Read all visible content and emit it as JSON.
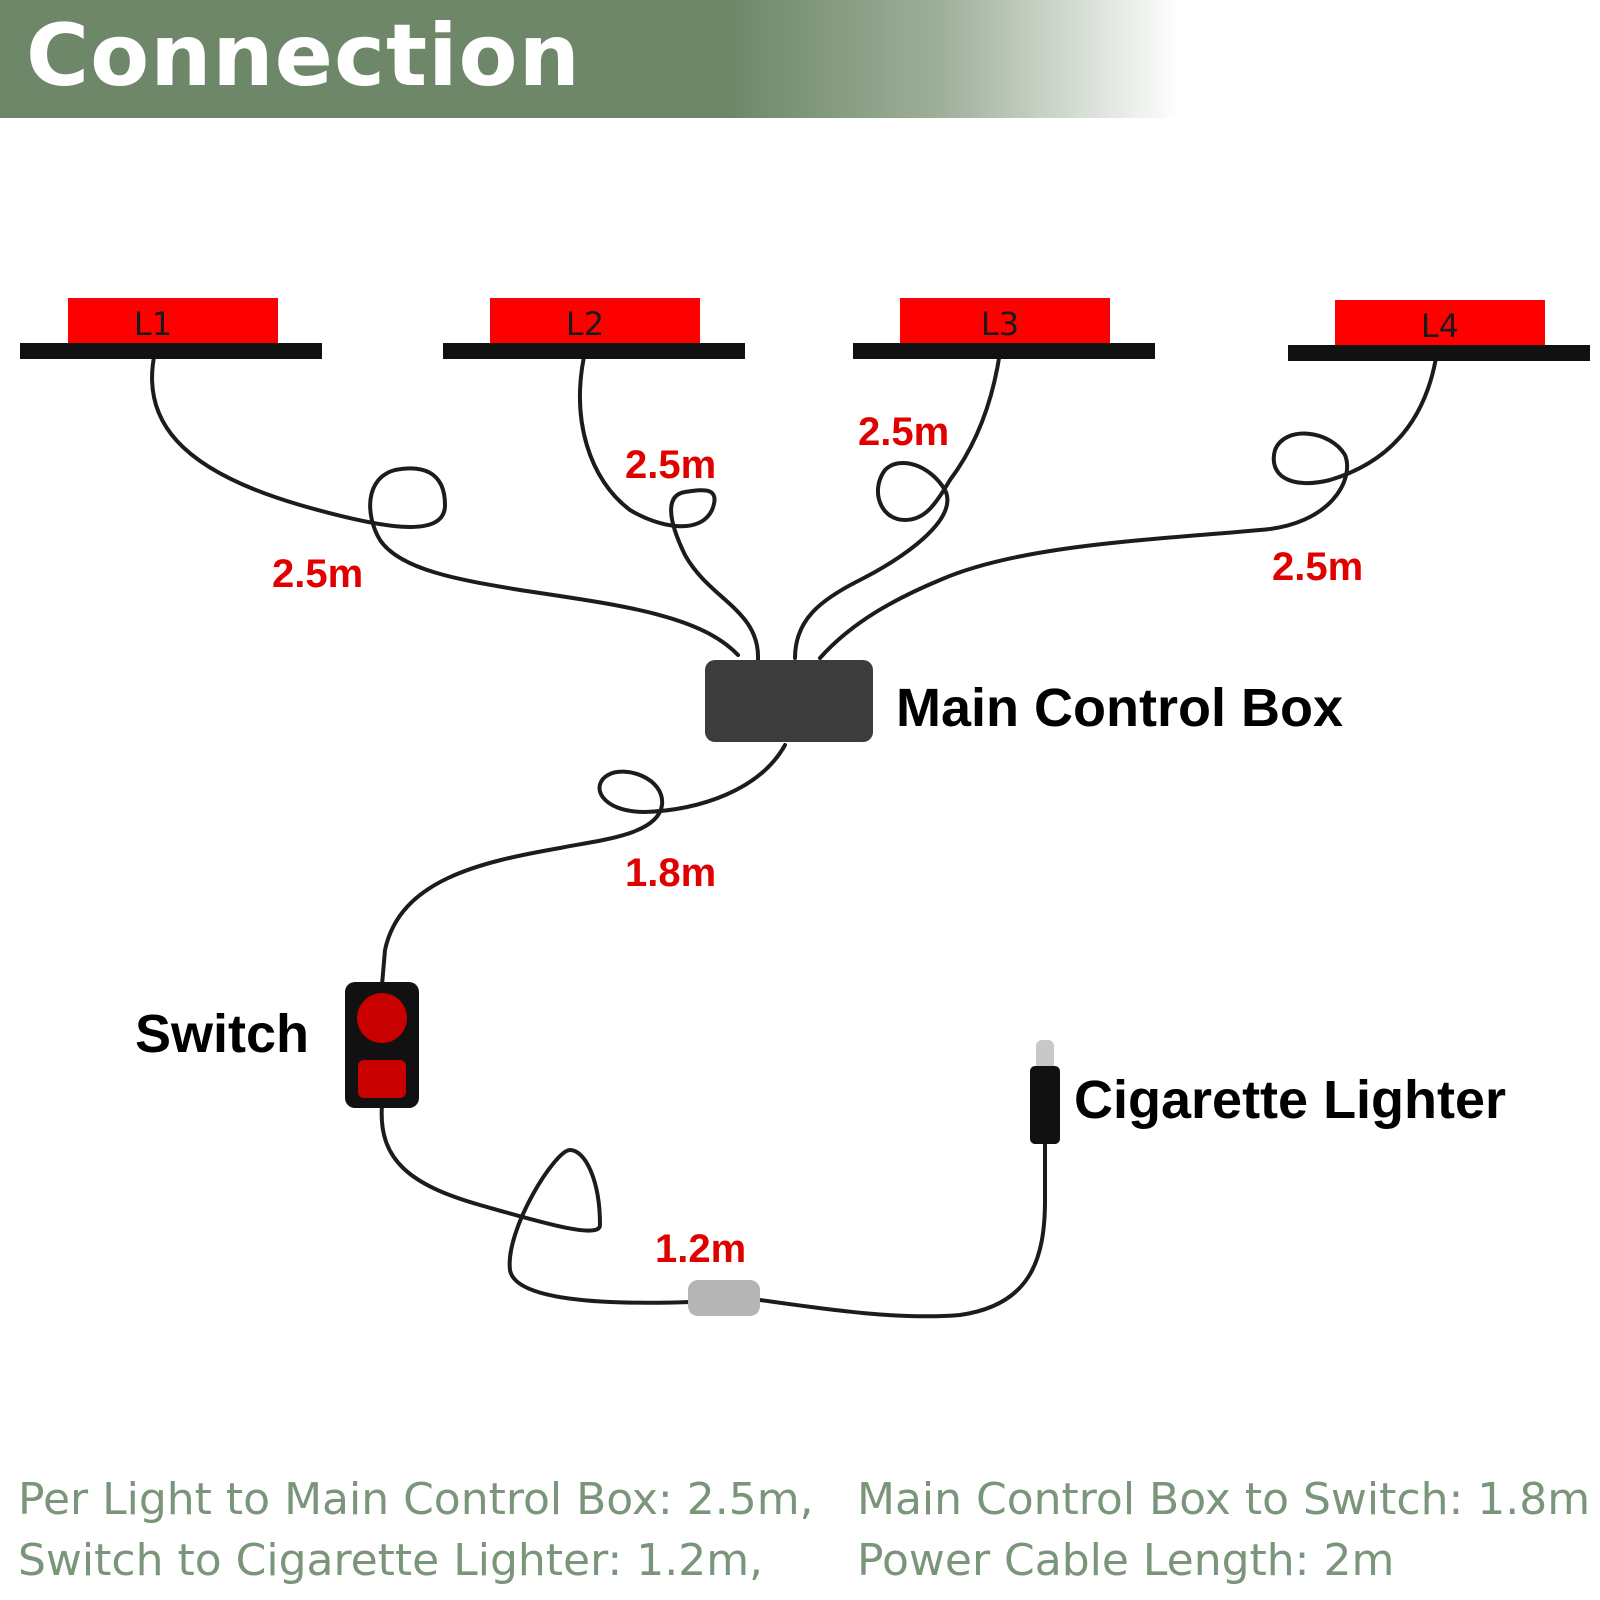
{
  "header": {
    "title": "Connection",
    "band_color": "#6e8769"
  },
  "lights": [
    {
      "label": "L1",
      "cable_length": "2.5m"
    },
    {
      "label": "L2",
      "cable_length": "2.5m"
    },
    {
      "label": "L3",
      "cable_length": "2.5m"
    },
    {
      "label": "L4",
      "cable_length": "2.5m"
    }
  ],
  "components": {
    "main_control_box": "Main Control Box",
    "switch": "Switch",
    "cigarette_lighter": "Cigarette Lighter"
  },
  "cable_lengths": {
    "box_to_switch": "1.8m",
    "switch_to_lighter": "1.2m"
  },
  "captions": {
    "line1_left": "Per Light to Main Control Box: 2.5m,",
    "line1_right": "Main Control Box to Switch: 1.8m",
    "line2_left": "Switch to Cigarette Lighter: 1.2m,",
    "line2_right": "Power Cable Length: 2m"
  },
  "colors": {
    "light_red": "#ff0000",
    "label_red": "#e00000",
    "caption_green": "#7b957a",
    "control_box": "#3c3c3c",
    "switch_button": "#c80000"
  }
}
